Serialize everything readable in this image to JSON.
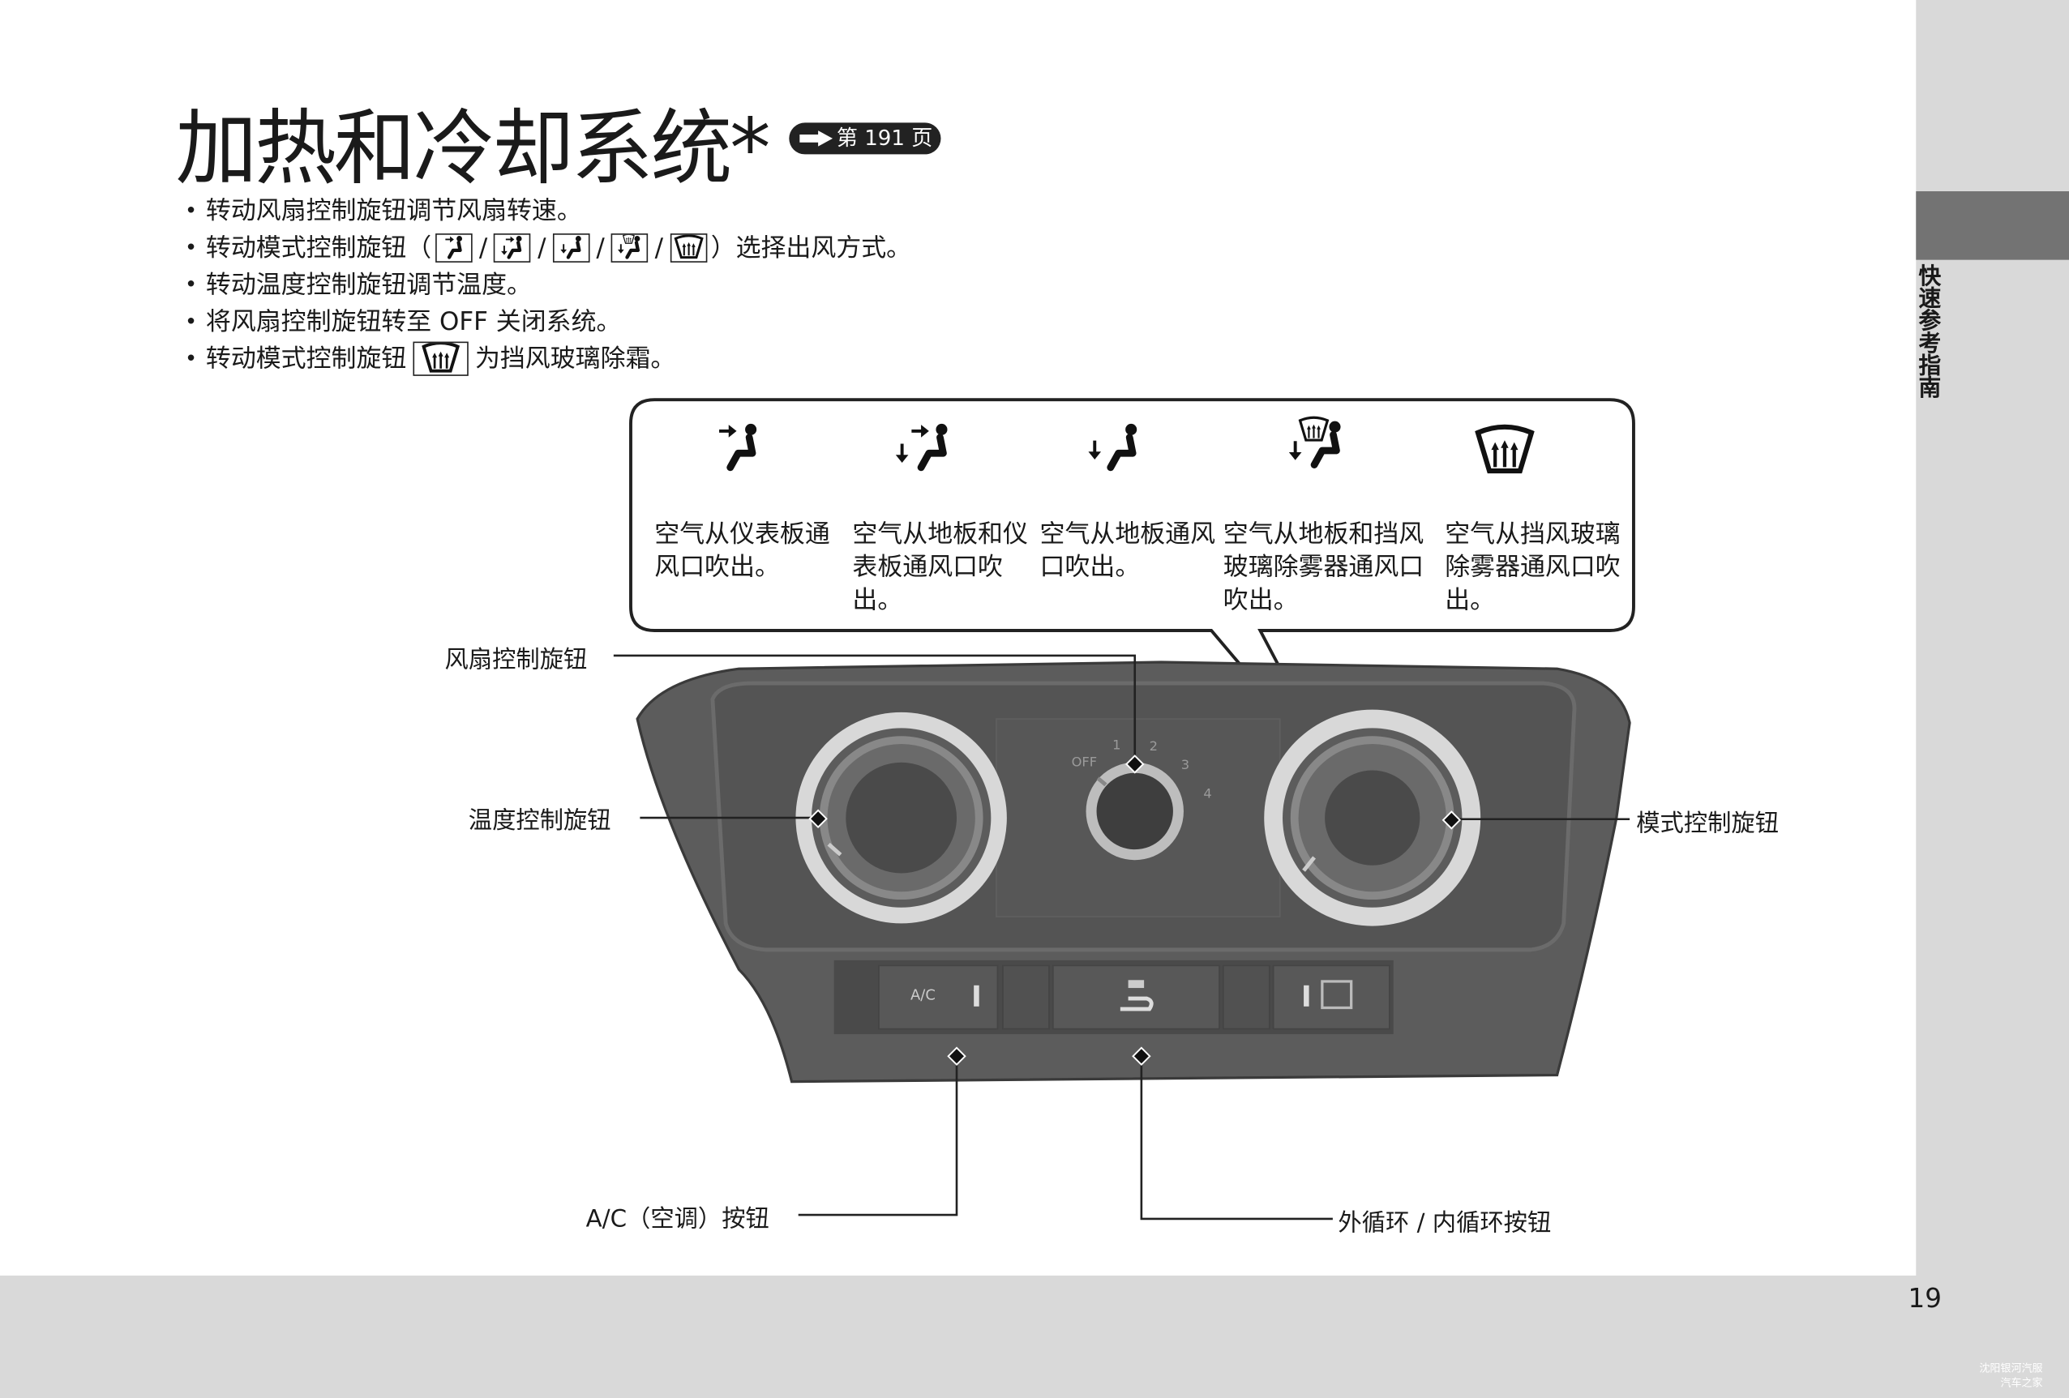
{
  "page": {
    "title": "加热和冷却系统*",
    "reference": "第 191 页",
    "side_tab": "快速参考指南",
    "page_number": "19",
    "watermark": [
      "沈阳银河汽服",
      "汽车之家"
    ]
  },
  "bullets": {
    "b1": "转动风扇控制旋钮调节风扇转速。",
    "b2_pre": "转动模式控制旋钮（",
    "b2_post": "）选择出风方式。",
    "b3": "转动温度控制旋钮调节温度。",
    "b4": "将风扇控制旋钮转至 OFF 关闭系统。",
    "b5_pre": "转动模式控制旋钮",
    "b5_post": "为挡风玻璃除霜。",
    "separator": "/"
  },
  "modes": [
    {
      "icon": "dashboard-vent-icon",
      "text": "空气从仪表板通风口吹出。"
    },
    {
      "icon": "floor-dashboard-vent-icon",
      "text": "空气从地板和仪表板通风口吹出。"
    },
    {
      "icon": "floor-vent-icon",
      "text": "空气从地板通风口吹出。"
    },
    {
      "icon": "floor-defrost-vent-icon",
      "text": "空气从地板和挡风玻璃除雾器通风口吹出。"
    },
    {
      "icon": "windshield-defrost-icon",
      "text": "空气从挡风玻璃除雾器通风口吹出。"
    }
  ],
  "callouts": {
    "fan_knob": "风扇控制旋钮",
    "temp_knob": "温度控制旋钮",
    "mode_knob": "模式控制旋钮",
    "ac_button": "A/C（空调）按钮",
    "recirc_button": "外循环 / 内循环按钮"
  },
  "panel": {
    "fan_speeds": [
      "OFF",
      "1",
      "2",
      "3",
      "4"
    ],
    "ac_label": "A/C"
  }
}
